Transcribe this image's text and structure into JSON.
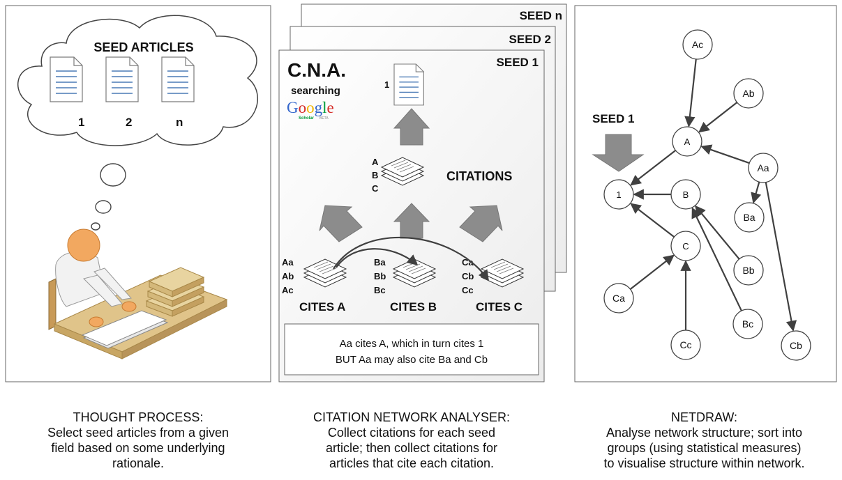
{
  "panel1": {
    "cloud_title": "SEED ARTICLES",
    "doc_labels": [
      "1",
      "2",
      "n"
    ]
  },
  "panel2": {
    "seed_tabs": [
      "SEED n",
      "SEED 2",
      "SEED 1"
    ],
    "cna_title": "C.N.A.",
    "searching": "searching",
    "google_logo": "Google",
    "google_sub": "Scholar",
    "google_beta": "BETA",
    "top_doc_label": "1",
    "citation_letters": [
      "A",
      "B",
      "C"
    ],
    "citations_label": "CITATIONS",
    "cites_a_letters": [
      "Aa",
      "Ab",
      "Ac"
    ],
    "cites_b_letters": [
      "Ba",
      "Bb",
      "Bc"
    ],
    "cites_c_letters": [
      "Ca",
      "Cb",
      "Cc"
    ],
    "cites_labels": [
      "CITES A",
      "CITES B",
      "CITES C"
    ],
    "note_line1": "Aa cites A, which in turn cites 1",
    "note_line2": "BUT Aa may also cite Ba and Cb"
  },
  "panel3": {
    "seed_label": "SEED 1",
    "nodes": [
      "Ac",
      "Ab",
      "A",
      "Aa",
      "1",
      "B",
      "Ba",
      "C",
      "Bb",
      "Ca",
      "Bc",
      "Cc",
      "Cb"
    ]
  },
  "captions": {
    "thought": {
      "title": "THOUGHT PROCESS:",
      "lines": [
        "Select seed articles from a given",
        "field based on some underlying",
        "rationale."
      ]
    },
    "cna": {
      "title": "CITATION NETWORK ANALYSER:",
      "lines": [
        "Collect citations for each seed",
        "article; then collect citations for",
        "articles that cite each citation."
      ]
    },
    "netdraw": {
      "title": "NETDRAW:",
      "lines": [
        "Analyse network structure; sort into",
        "groups (using statistical measures)",
        "to visualise structure within network."
      ]
    }
  },
  "colors": {
    "arrow_gray": "#8c8c8c",
    "edge": "#404040",
    "doc_line": "#4a7ab5",
    "desk": "#e0c48a",
    "skin": "#f2a860"
  }
}
